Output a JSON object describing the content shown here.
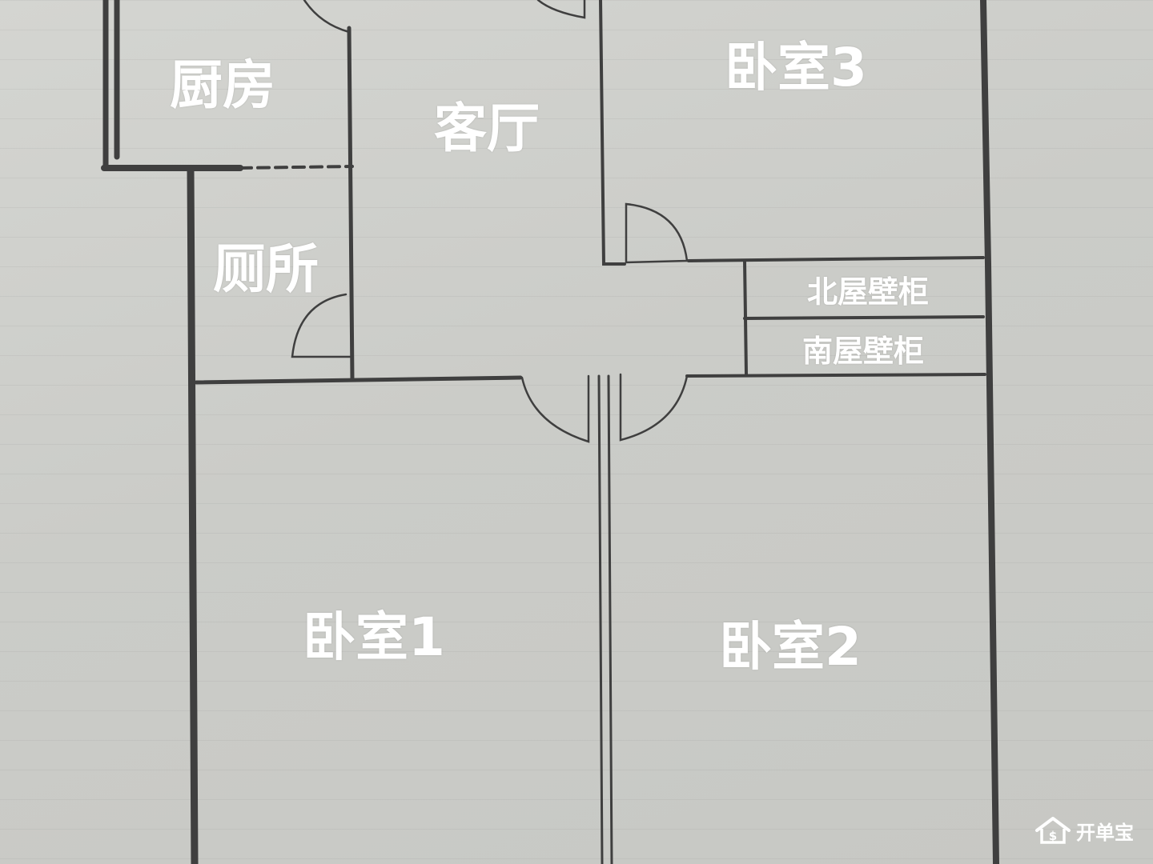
{
  "rooms": {
    "kitchen": "厨房",
    "living_room": "客厅",
    "bedroom_3": "卧室3",
    "toilet": "厕所",
    "north_closet": "北屋壁柜",
    "south_closet": "南屋壁柜",
    "bedroom_1": "卧室1",
    "bedroom_2": "卧室2"
  },
  "watermark": {
    "icon": "house-dollar-icon",
    "text": "开单宝"
  },
  "colors": {
    "pencil": "#3f3f3f",
    "label": "#ffffff",
    "paper": "#cbccc8"
  }
}
